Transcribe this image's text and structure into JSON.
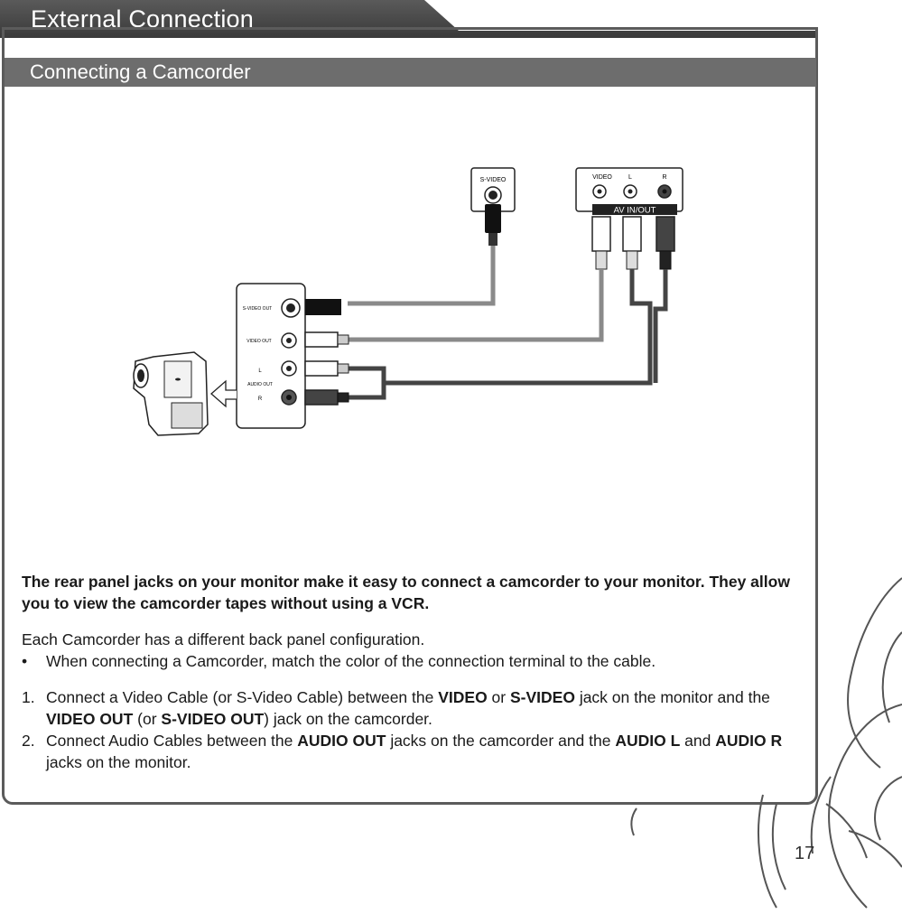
{
  "header": {
    "title": "External Connection"
  },
  "section": {
    "title": "Connecting a Camcorder"
  },
  "diagram": {
    "monitor_svideo_label": "S-VIDEO",
    "monitor_video_label": "VIDEO",
    "monitor_l_label": "L",
    "monitor_r_label": "R",
    "monitor_av_label": "AV IN/OUT",
    "cam_svideo_out": "S-VIDEO OUT",
    "cam_video_out": "VIDEO OUT",
    "cam_audio_out": "AUDIO OUT",
    "cam_l": "L",
    "cam_r": "R"
  },
  "intro": "The rear panel jacks on your monitor make it easy to connect a camcorder to your monitor. They allow you to view the camcorder tapes without using a VCR.",
  "config_note": "Each Camcorder has a different back panel configuration.",
  "bullet": {
    "marker": "•",
    "text": "When connecting a Camcorder, match the color of the connection terminal to the cable."
  },
  "steps": [
    {
      "num": "1.",
      "t1": "Connect a Video Cable (or S-Video Cable) between the ",
      "b1": "VIDEO",
      "t2": " or ",
      "b2": "S-VIDEO",
      "t3": " jack on the monitor and the ",
      "b3": "VIDEO OUT",
      "t4": " (or ",
      "b4": "S-VIDEO OUT",
      "t5": ") jack on the camcorder."
    },
    {
      "num": "2.",
      "t1": "Connect Audio Cables between the ",
      "b1": "AUDIO OUT",
      "t2": " jacks on the camcorder and the ",
      "b2": "AUDIO L",
      "t3": " and ",
      "b3": "AUDIO R",
      "t4": " jacks on the monitor."
    }
  ],
  "page_number": "17"
}
